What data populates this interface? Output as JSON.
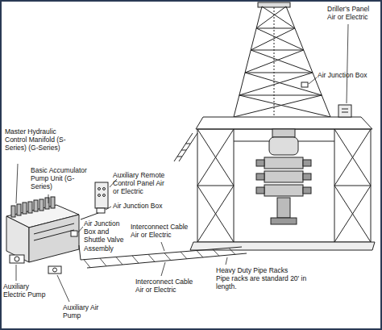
{
  "diagram": {
    "labels": [
      "Driller's Panel Air or Electric",
      "Air Junction Box",
      "Master Hydraulic Control Manifold (S-Series) (G-Series)",
      "Basic Accumulator Pump Unit (G-Series)",
      "Auxiliary Remote Control Panel Air or Electric",
      "Air Junction Box",
      "Air Junction Box and Shuttle Valve Assembly",
      "Interconnect Cable Air or Electric",
      "Heavy Duty Pipe Racks",
      "Pipe racks are standard 20' in length.",
      "Interconnect Cable Air or Electric",
      "Auxiliary Electric Pump",
      "Auxiliary Air Pump"
    ]
  }
}
